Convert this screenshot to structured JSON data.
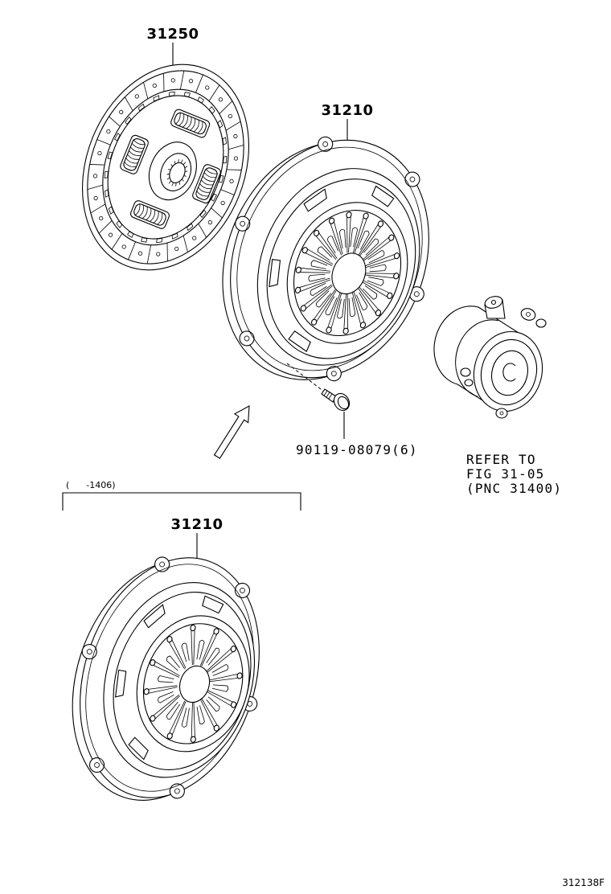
{
  "diagram": {
    "callouts": {
      "clutch_disc": "31250",
      "clutch_cover_upper": "31210",
      "bolt": "90119-08079(6)",
      "clutch_cover_lower": "31210"
    },
    "reference_note": {
      "line1": "REFER TO",
      "line2": "FIG 31-05",
      "line3": "(PNC 31400)"
    },
    "production_range": "(      -1406)",
    "figure_id": "312138F"
  },
  "colors": {
    "line": "#000000",
    "background": "#ffffff"
  }
}
